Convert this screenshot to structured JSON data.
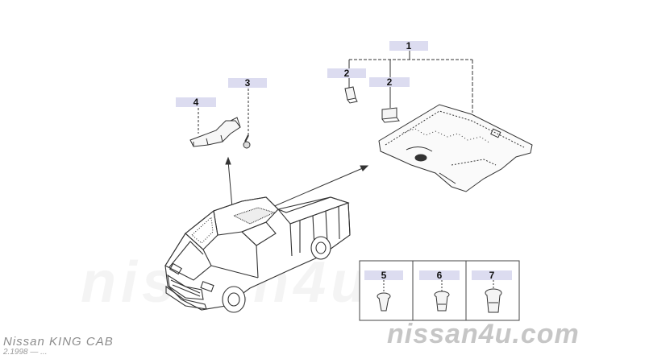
{
  "callouts": [
    {
      "id": "1",
      "text": "1"
    },
    {
      "id": "2a",
      "text": "2"
    },
    {
      "id": "2b",
      "text": "2"
    },
    {
      "id": "3",
      "text": "3"
    },
    {
      "id": "4",
      "text": "4"
    },
    {
      "id": "5",
      "text": "5"
    },
    {
      "id": "6",
      "text": "6"
    },
    {
      "id": "7",
      "text": "7"
    }
  ],
  "footer": {
    "model": "Nissan KING CAB",
    "date": "2.1998 — ...",
    "site": "nissan4u.com",
    "watermark": "nissan4u.com"
  },
  "colors": {
    "line": "#333333",
    "callout_bg": "#dcdcf0",
    "site_text": "#c6c6c6"
  }
}
